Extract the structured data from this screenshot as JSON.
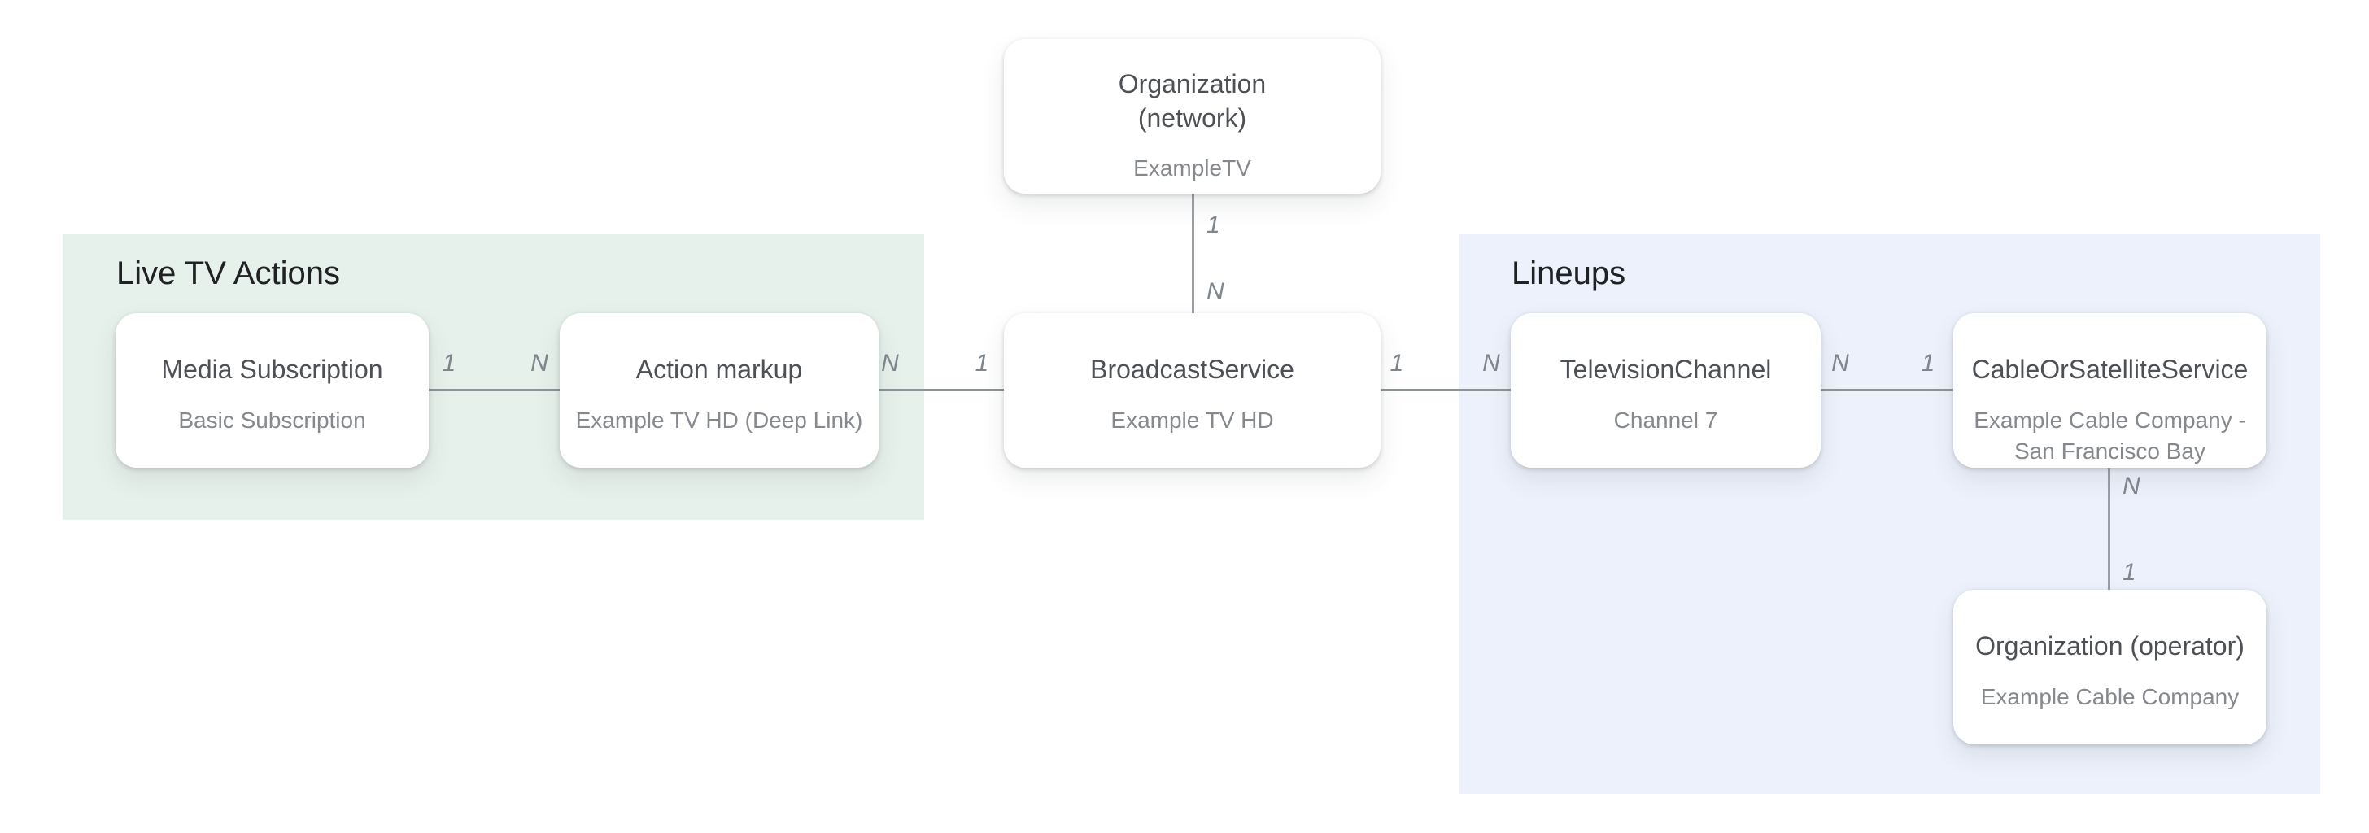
{
  "diagram": {
    "colors": {
      "live_tv_actions_region_bg": "#E7F1EB",
      "lineups_region_bg": "#ECF1FB",
      "card_bg": "#FFFFFF",
      "connector_line": "#8E9396",
      "title_text": "#4D5156",
      "subtitle_text": "#85898D",
      "region_title_text": "#202124"
    },
    "regions": {
      "live_tv_actions": {
        "label": "Live TV Actions"
      },
      "lineups": {
        "label": "Lineups"
      }
    },
    "nodes": {
      "organization_network": {
        "title_lines": [
          "Organization",
          "(network)"
        ],
        "subtitle_lines": [
          "ExampleTV"
        ]
      },
      "media_subscription": {
        "title_lines": [
          "Media Subscription"
        ],
        "subtitle_lines": [
          "Basic Subscription"
        ]
      },
      "action_markup": {
        "title_lines": [
          "Action markup"
        ],
        "subtitle_lines": [
          "Example TV HD (Deep Link)"
        ]
      },
      "broadcast_service": {
        "title_lines": [
          "BroadcastService"
        ],
        "subtitle_lines": [
          "Example TV HD"
        ]
      },
      "television_channel": {
        "title_lines": [
          "TelevisionChannel"
        ],
        "subtitle_lines": [
          "Channel 7"
        ]
      },
      "cable_or_satellite_service": {
        "title_lines": [
          "CableOrSatelliteService"
        ],
        "subtitle_lines": [
          "Example Cable Company -",
          "San Francisco Bay"
        ]
      },
      "organization_operator": {
        "title_lines": [
          "Organization (operator)"
        ],
        "subtitle_lines": [
          "Example Cable Company"
        ]
      }
    },
    "cardinality_labels": {
      "network_to_broadcast": {
        "near_network": "1",
        "near_broadcast": "N"
      },
      "media_to_action": {
        "near_media": "1",
        "near_action": "N"
      },
      "action_to_broadcast": {
        "near_action": "N",
        "near_broadcast": "1"
      },
      "broadcast_to_channel": {
        "near_broadcast": "1",
        "near_channel": "N"
      },
      "channel_to_cable": {
        "near_channel": "N",
        "near_cable": "1"
      },
      "cable_to_operator": {
        "near_cable": "N",
        "near_operator": "1"
      }
    }
  }
}
